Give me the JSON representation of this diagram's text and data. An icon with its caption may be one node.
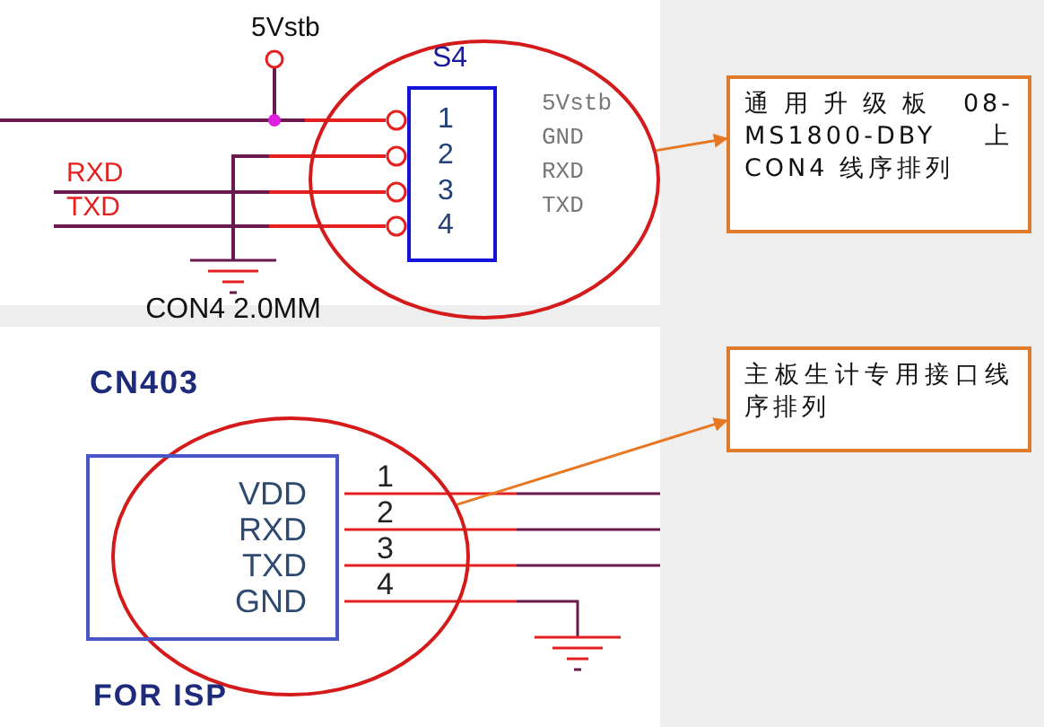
{
  "diagram": {
    "nodes": [
      {
        "text": [
          "S4",
          "1",
          "2",
          "3",
          "4"
        ],
        "in": 1
      },
      {
        "text": [],
        "shape": "circle"
      },
      {
        "text": [
          "通用升级板 08-MS1800-DBY 上 CON4 线序排列"
        ]
      },
      {
        "text": [
          "CN403",
          "VDD",
          "RXD",
          "TXD",
          "GND"
        ]
      },
      {
        "text": [],
        "shape": "circle"
      },
      {
        "text": [
          "主板生计专用接口线序排列"
        ]
      }
    ],
    "edges": [
      {
        "from": 1,
        "to": 2,
        "arrow": "to"
      },
      {
        "from": 4,
        "to": 5,
        "arrow": "to"
      }
    ],
    "labels": [
      "5Vstb",
      "5Vstb",
      "GND",
      "RXD",
      "TXD",
      "RXD",
      "TXD",
      "CON4 2.0MM",
      "1",
      "2",
      "3",
      "4",
      "FOR ISP"
    ]
  }
}
